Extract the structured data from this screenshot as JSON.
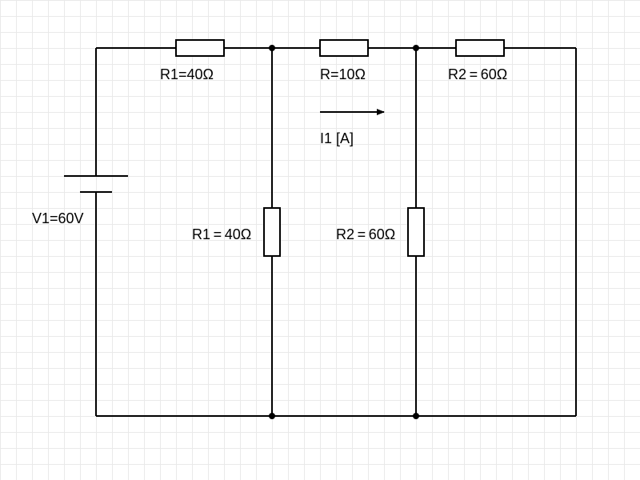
{
  "labels": {
    "r_top_left": "R1=40Ω",
    "r_top_mid": "R=10Ω",
    "r_top_right": "R2 = 60Ω",
    "r_vert_left": "R1 = 40Ω",
    "r_vert_right": "R2 = 60Ω",
    "battery": "V1=60V",
    "current": "I1 [A]"
  }
}
